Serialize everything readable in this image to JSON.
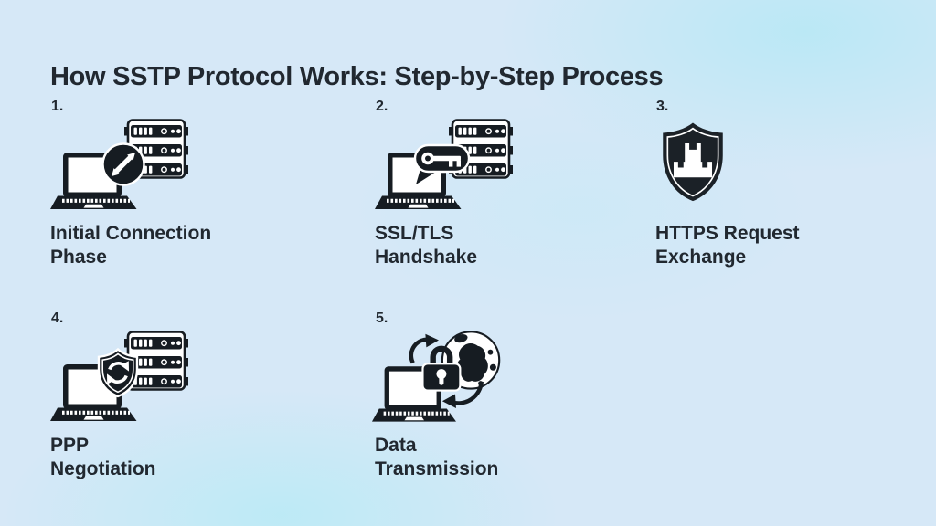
{
  "title": "How SSTP Protocol Works: Step-by-Step Process",
  "steps": [
    {
      "number": "1.",
      "label": "Initial Connection\nPhase",
      "icon": "laptop-servers-transfer-icon"
    },
    {
      "number": "2.",
      "label": "SSL/TLS\nHandshake",
      "icon": "laptop-servers-key-bubble-icon"
    },
    {
      "number": "3.",
      "label": "HTTPS Request\nExchange",
      "icon": "shield-castle-icon"
    },
    {
      "number": "4.",
      "label": "PPP\nNegotiation",
      "icon": "laptop-servers-shield-sync-icon"
    },
    {
      "number": "5.",
      "label": "Data\nTransmission",
      "icon": "laptop-globe-lock-icon"
    }
  ],
  "colors": {
    "background": "#d6e8f7",
    "background_accent": "#a8e8f4",
    "ink": "#161c22",
    "text": "#212830"
  }
}
